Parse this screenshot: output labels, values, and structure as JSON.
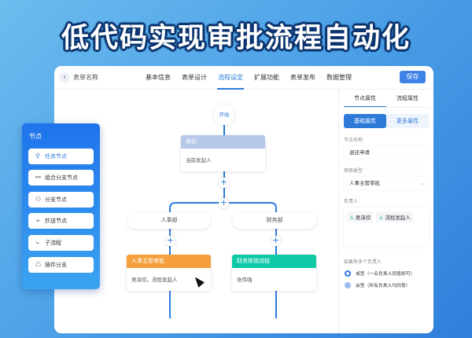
{
  "banner_title": "低代码实现审批流程自动化",
  "header": {
    "back_icon": "chevron-left",
    "form_name": "表单名称",
    "tabs": [
      "基本信息",
      "表单设计",
      "流程设定",
      "扩展功能",
      "表单发布",
      "数据管理"
    ],
    "active_tab": 2,
    "save_label": "保存"
  },
  "palette": {
    "title": "节点",
    "items": [
      {
        "label": "任务节点",
        "icon": "pin-icon"
      },
      {
        "label": "组合分支节点",
        "icon": "branch-user-icon"
      },
      {
        "label": "分支节点",
        "icon": "user-icon"
      },
      {
        "label": "抄送节点",
        "icon": "send-icon"
      },
      {
        "label": "子流程",
        "icon": "subflow-icon"
      },
      {
        "label": "插件分支",
        "icon": "puzzle-icon"
      }
    ]
  },
  "flow": {
    "start": "开始",
    "initiate": {
      "title": "发起",
      "body": "当前发起人"
    },
    "branches": [
      {
        "label": "人事部",
        "node_title": "人事主管审批",
        "node_body": "吴泽欣，流程发起人",
        "color": "#f5a03c"
      },
      {
        "label": "财务部",
        "node_title": "财务核销流程",
        "node_body": "张伟强",
        "color": "#0dc9a6"
      }
    ],
    "plus": "+"
  },
  "props": {
    "tabs": [
      "节点属性",
      "流程属性"
    ],
    "segments": [
      "基础属性",
      "更多属性"
    ],
    "node_name_label": "节点名称",
    "node_name_value": "退还申请",
    "approval_type_label": "审核类型",
    "approval_type_value": "人事主管审批",
    "owner_label": "负责人",
    "owners": [
      "吴泽欣",
      "流程发起人"
    ],
    "multi_label": "如果有多个负责人",
    "options": [
      {
        "label": "或签（一名负责人同意即可）",
        "selected": true
      },
      {
        "label": "会签（所有负责人均同意）",
        "selected": false
      }
    ]
  },
  "colors": {
    "accent": "#2d7ad9",
    "initiate": "#b5c8ea"
  }
}
